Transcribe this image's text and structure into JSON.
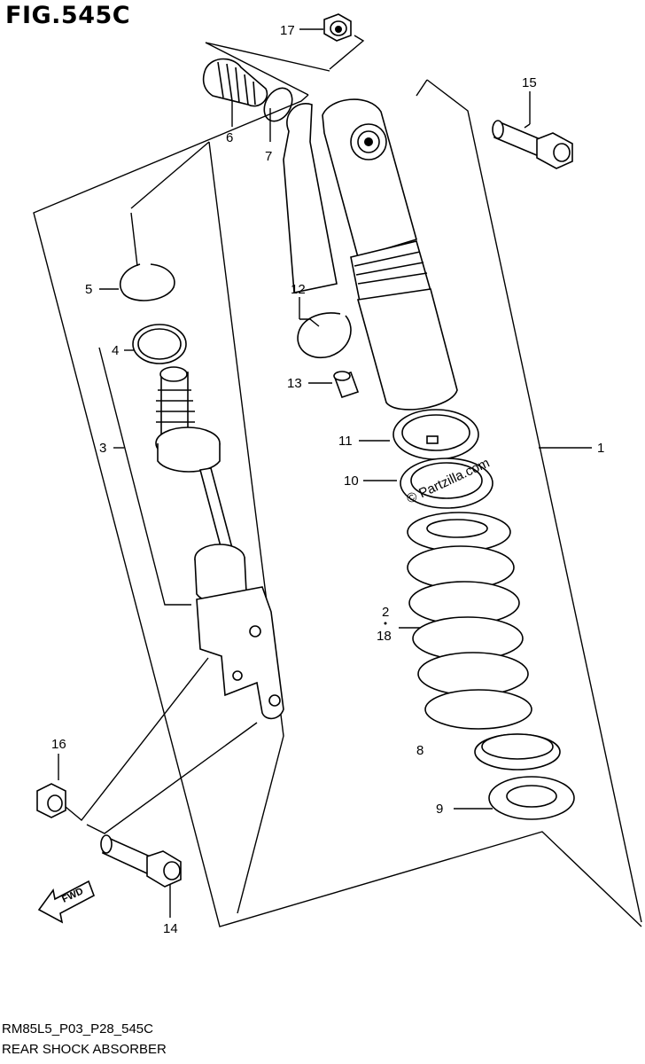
{
  "figure": {
    "title": "FIG.545C",
    "code": "RM85L5_P03_P28_545C",
    "name": "REAR SHOCK ABSORBER"
  },
  "watermark": "© Partzilla.com",
  "direction_label": "FWD",
  "callouts": [
    {
      "id": "c17",
      "label": "17"
    },
    {
      "id": "c15",
      "label": "15"
    },
    {
      "id": "c6",
      "label": "6"
    },
    {
      "id": "c7",
      "label": "7"
    },
    {
      "id": "c5",
      "label": "5"
    },
    {
      "id": "c12",
      "label": "12"
    },
    {
      "id": "c4",
      "label": "4"
    },
    {
      "id": "c13",
      "label": "13"
    },
    {
      "id": "c3",
      "label": "3"
    },
    {
      "id": "c11",
      "label": "11"
    },
    {
      "id": "c1",
      "label": "1"
    },
    {
      "id": "c10",
      "label": "10"
    },
    {
      "id": "c2",
      "label": "2"
    },
    {
      "id": "c18",
      "label": "18"
    },
    {
      "id": "c8",
      "label": "8"
    },
    {
      "id": "c16",
      "label": "16"
    },
    {
      "id": "c9",
      "label": "9"
    },
    {
      "id": "c14",
      "label": "14"
    }
  ]
}
